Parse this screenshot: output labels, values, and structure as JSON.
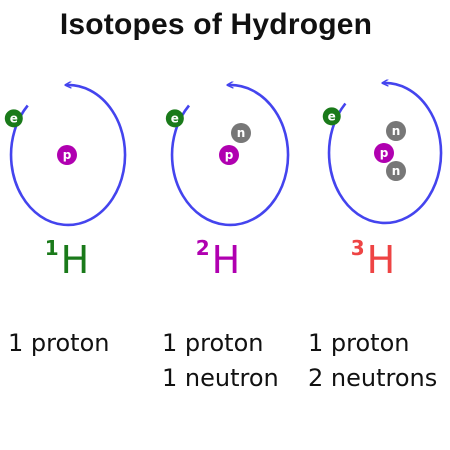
{
  "title": "Isotopes of Hydrogen",
  "particles": {
    "electron": "e",
    "proton": "p",
    "neutron": "n"
  },
  "colors": {
    "orbit": "#4444ee",
    "electron": "#1a7a1a",
    "proton": "#b000b0",
    "neutron": "#777777"
  },
  "isotopes": [
    {
      "mass_number": "1",
      "symbol": "H",
      "color": "#1a7a1a",
      "neutrons": 0,
      "desc_lines": [
        "1 proton"
      ]
    },
    {
      "mass_number": "2",
      "symbol": "H",
      "color": "#b000b0",
      "neutrons": 1,
      "desc_lines": [
        "1 proton",
        "1 neutron"
      ]
    },
    {
      "mass_number": "3",
      "symbol": "H",
      "color": "#ee4444",
      "neutrons": 2,
      "desc_lines": [
        "1 proton",
        "2 neutrons"
      ]
    }
  ]
}
